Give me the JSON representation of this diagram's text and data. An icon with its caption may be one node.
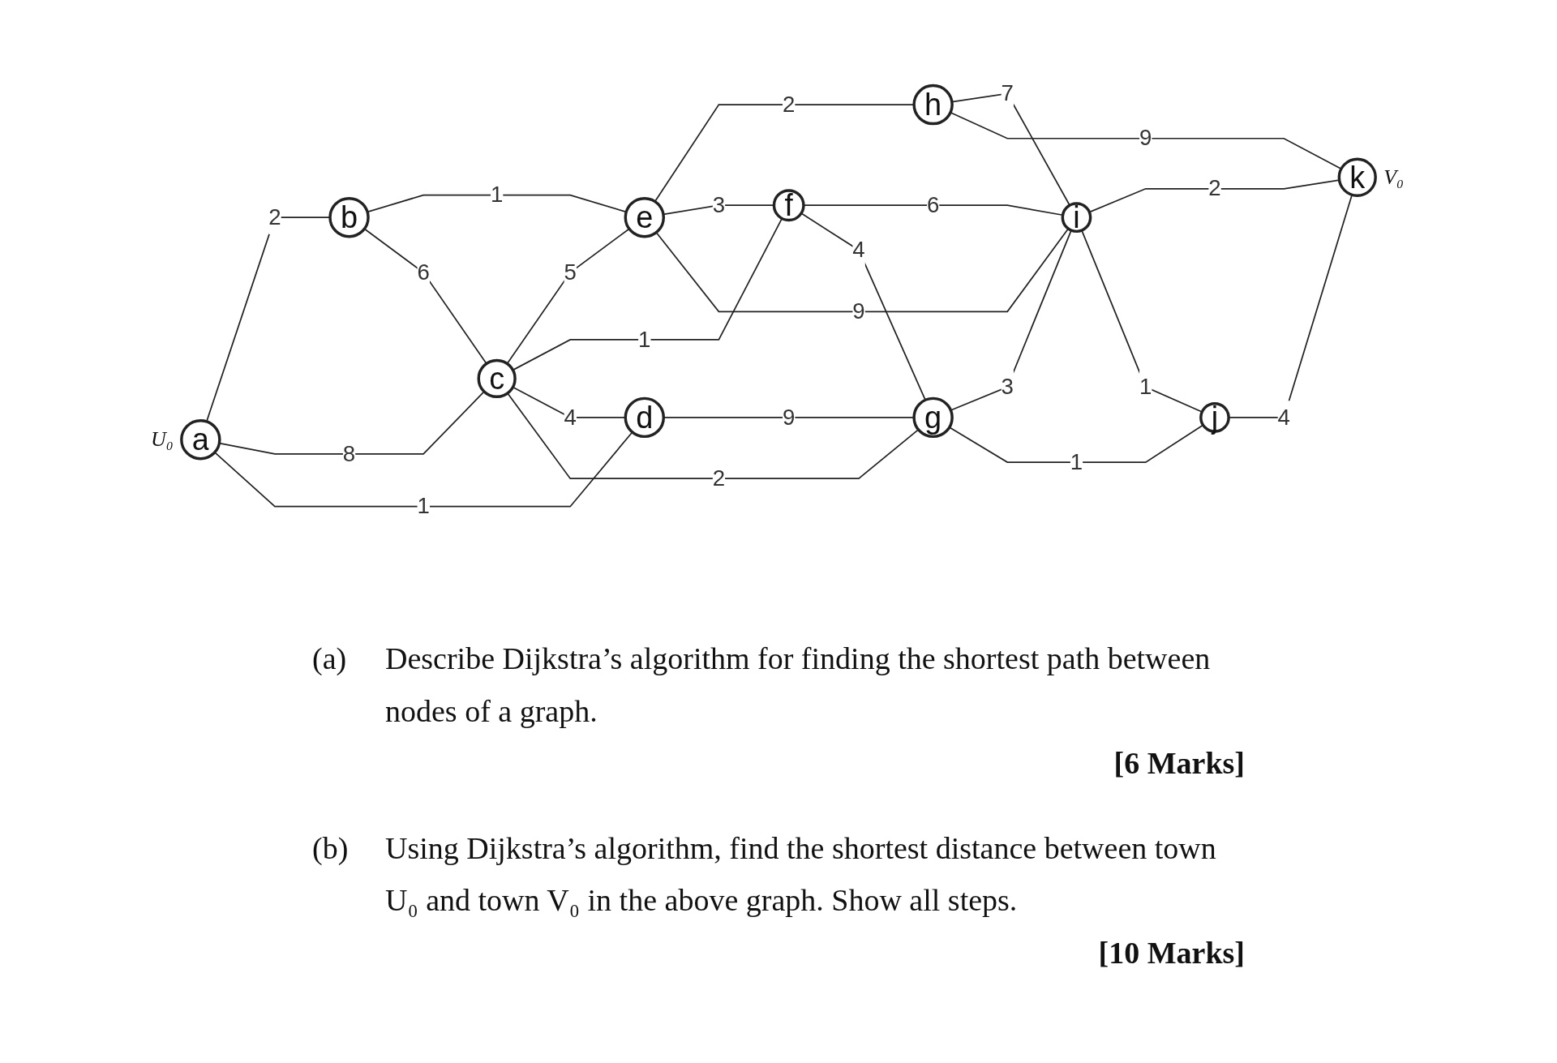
{
  "diagram": {
    "nodes": [
      {
        "text": [
          "a"
        ],
        "beside": [
          "U₀"
        ]
      },
      {
        "text": [
          "b"
        ]
      },
      {
        "text": [
          "c"
        ]
      },
      {
        "text": [
          "d"
        ]
      },
      {
        "text": [
          "e"
        ]
      },
      {
        "text": [
          "f"
        ]
      },
      {
        "text": [
          "g"
        ]
      },
      {
        "text": [
          "h"
        ]
      },
      {
        "text": [
          "i"
        ]
      },
      {
        "text": [
          "j"
        ]
      },
      {
        "text": [
          "k"
        ],
        "beside": [
          "V₀"
        ]
      }
    ],
    "edges": [
      {
        "from": 0,
        "to": 1,
        "arrow": "none",
        "label": "2"
      },
      {
        "from": 0,
        "to": 2,
        "arrow": "none",
        "label": "8"
      },
      {
        "from": 0,
        "to": 3,
        "arrow": "none",
        "label": "1"
      },
      {
        "from": 1,
        "to": 4,
        "arrow": "none",
        "label": "1"
      },
      {
        "from": 1,
        "to": 2,
        "arrow": "none",
        "label": "6"
      },
      {
        "from": 2,
        "to": 4,
        "arrow": "none",
        "label": "5"
      },
      {
        "from": 2,
        "to": 5,
        "arrow": "none",
        "label": "1"
      },
      {
        "from": 2,
        "to": 3,
        "arrow": "none",
        "label": "4"
      },
      {
        "from": 2,
        "to": 6,
        "arrow": "none",
        "label": "2"
      },
      {
        "from": 3,
        "to": 6,
        "arrow": "none",
        "label": "9"
      },
      {
        "from": 4,
        "to": 7,
        "arrow": "none",
        "label": "2"
      },
      {
        "from": 4,
        "to": 5,
        "arrow": "none",
        "label": "3"
      },
      {
        "from": 4,
        "to": 8,
        "arrow": "none",
        "label": "9"
      },
      {
        "from": 5,
        "to": 8,
        "arrow": "none",
        "label": "6"
      },
      {
        "from": 5,
        "to": 6,
        "arrow": "none",
        "label": "4"
      },
      {
        "from": 6,
        "to": 8,
        "arrow": "none",
        "label": "3"
      },
      {
        "from": 6,
        "to": 9,
        "arrow": "none",
        "label": "1"
      },
      {
        "from": 7,
        "to": 8,
        "arrow": "none",
        "label": "7"
      },
      {
        "from": 7,
        "to": 10,
        "arrow": "none",
        "label": "9"
      },
      {
        "from": 8,
        "to": 10,
        "arrow": "none",
        "label": "2"
      },
      {
        "from": 8,
        "to": 9,
        "arrow": "none",
        "label": "1"
      },
      {
        "from": 9,
        "to": 10,
        "arrow": "none",
        "label": "4"
      }
    ],
    "labels": [
      "(a)",
      "Describe Dijkstra’s algorithm for finding the shortest path between nodes of a graph.",
      "[6 Marks]",
      "(b)",
      "Using Dijkstra’s algorithm, find the shortest distance between town U₀ and town V₀ in the above graph. Show all steps.",
      "[10 Marks]"
    ]
  }
}
